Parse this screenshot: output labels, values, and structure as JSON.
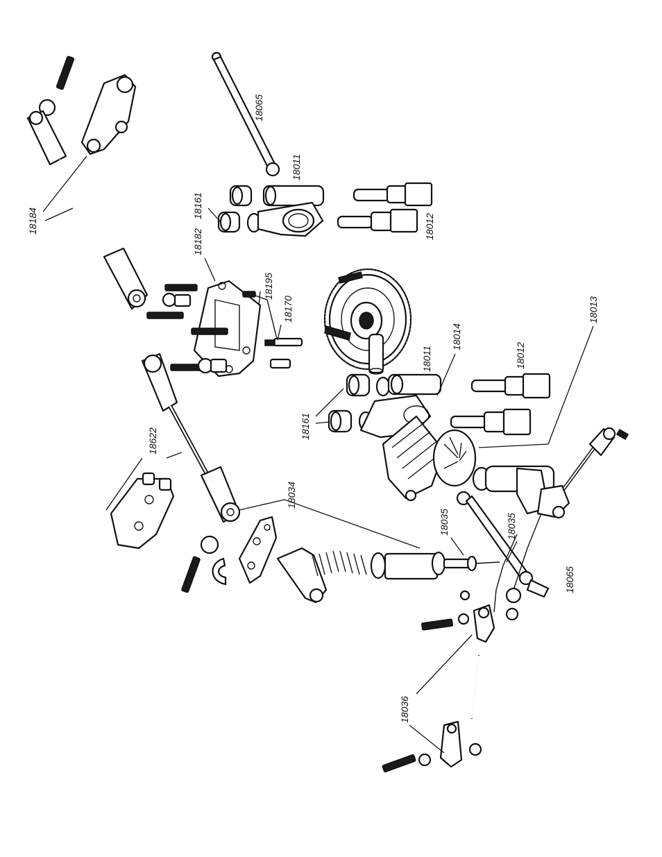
{
  "callouts": {
    "c18184": "18184",
    "c18065_top": "18065",
    "c18011_top": "18011",
    "c18161_top": "18161",
    "c18012_top": "18012",
    "c18182": "18182",
    "c18195": "18195",
    "c18170": "18170",
    "c18011_mid": "18011",
    "c18014": "18014",
    "c18012_mid": "18012",
    "c18013": "18013",
    "c18161_mid": "18161",
    "c18622": "18622",
    "c18034": "18034",
    "c18035_a": "18035",
    "c18035_b": "18035",
    "c18065_bot": "18065",
    "c18036": "18036"
  },
  "colors": {
    "line": "#111111",
    "background": "#ffffff"
  }
}
